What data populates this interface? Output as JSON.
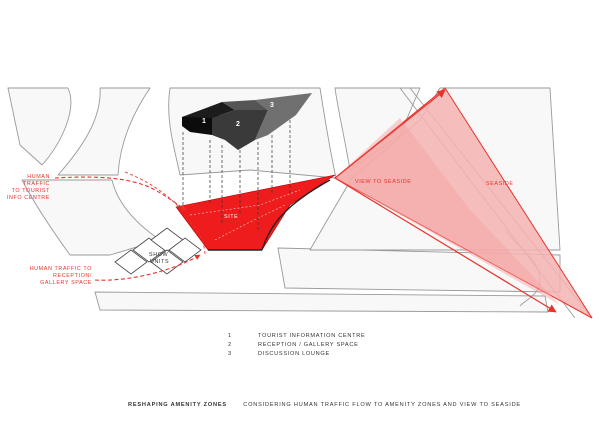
{
  "diagram": {
    "labels": {
      "human_traffic_info": [
        "HUMAN",
        "TRAFFIC",
        "TO TOURIST",
        "INFO CENTRE"
      ],
      "human_traffic_reception": [
        "HUMAN TRAFFIC TO",
        "RECEPTION/",
        "GALLERY SPACE"
      ],
      "show_units": [
        "SHOW",
        "UNITS"
      ],
      "site": "SITE",
      "view_to_seaside": "VIEW TO SEASIDE",
      "seaside": "SEASIDE"
    },
    "building_volumes": [
      "1",
      "2",
      "3"
    ],
    "colors": {
      "site": "#ee1c1c",
      "view_cone": "#f6b3b3",
      "arrow": "#e8332a",
      "annotation": "#e8332a",
      "road_outline": "#9a9a9a",
      "volume_1": "#0c0c0c",
      "volume_2": "#3a3a3a",
      "volume_3": "#707070"
    }
  },
  "legend": [
    {
      "num": "1",
      "text": "TOURIST INFORMATION CENTRE"
    },
    {
      "num": "2",
      "text": "RECEPTION / GALLERY SPACE"
    },
    {
      "num": "3",
      "text": "DISCUSSION LOUNGE"
    }
  ],
  "caption": {
    "title": "RESHAPING AMENITY ZONES",
    "text": "CONSIDERING HUMAN TRAFFIC FLOW TO AMENITY ZONES AND VIEW TO SEASIDE"
  }
}
